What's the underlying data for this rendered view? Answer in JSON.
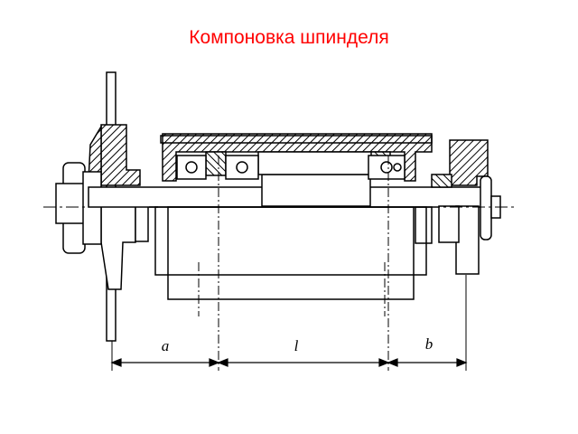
{
  "slide": {
    "title": "Компоновка шпинделя",
    "title_color": "#ff0000"
  },
  "drawing": {
    "dimensions": {
      "a": "a",
      "l": "l",
      "b": "b"
    },
    "line_color": "#000000",
    "hatch_color": "#000000"
  }
}
